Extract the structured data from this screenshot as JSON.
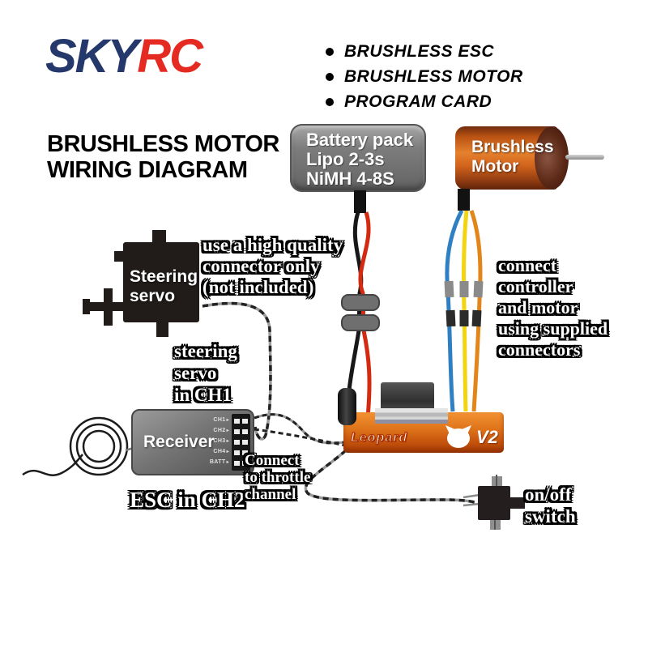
{
  "brand": {
    "sky": "SKY",
    "rc": "RC"
  },
  "kit": {
    "items": [
      "BRUSHLESS ESC",
      "BRUSHLESS MOTOR",
      "PROGRAM CARD"
    ]
  },
  "title": {
    "line1": "BRUSHLESS MOTOR",
    "line2": "WIRING DIAGRAM"
  },
  "battery": {
    "lines": [
      "Battery pack",
      "Lipo 2-3s",
      "NiMH 4-8S"
    ]
  },
  "motor": {
    "lines": [
      "Brushless",
      "Motor"
    ]
  },
  "servo": {
    "lines": [
      "Steering",
      "servo"
    ]
  },
  "receiver": {
    "label": "Receiver",
    "pins": [
      "CH1",
      "CH2",
      "CH3",
      "CH4",
      "BATT"
    ]
  },
  "esc": {
    "brand_text": "Leopard",
    "version": "V2"
  },
  "annotations": {
    "connector_note": [
      "use a high quality",
      "connector only",
      "(not included)"
    ],
    "steering_note": [
      "steering",
      "servo",
      "in CH1"
    ],
    "motor_note": [
      "connect",
      "controller",
      "and motor",
      "using supplied",
      "connectors"
    ],
    "esc_ch2": "ESC in CH2",
    "throttle_note": [
      "Connect",
      "to throttle",
      "channel"
    ],
    "switch_note": [
      "on/off",
      "switch"
    ]
  },
  "colors": {
    "brand-navy": "#25386b",
    "brand-red": "#e52a21",
    "wire-red": "#d42a12",
    "wire-black": "#181818",
    "wire-blue": "#2f80c2",
    "wire-yellow": "#f2d410",
    "wire-orange": "#e2861a",
    "esc-orange": "#e0751b",
    "motor-orange": "#d2641c",
    "connector-gray": "#8a8a8a",
    "connector-dark": "#2b2b2b"
  }
}
